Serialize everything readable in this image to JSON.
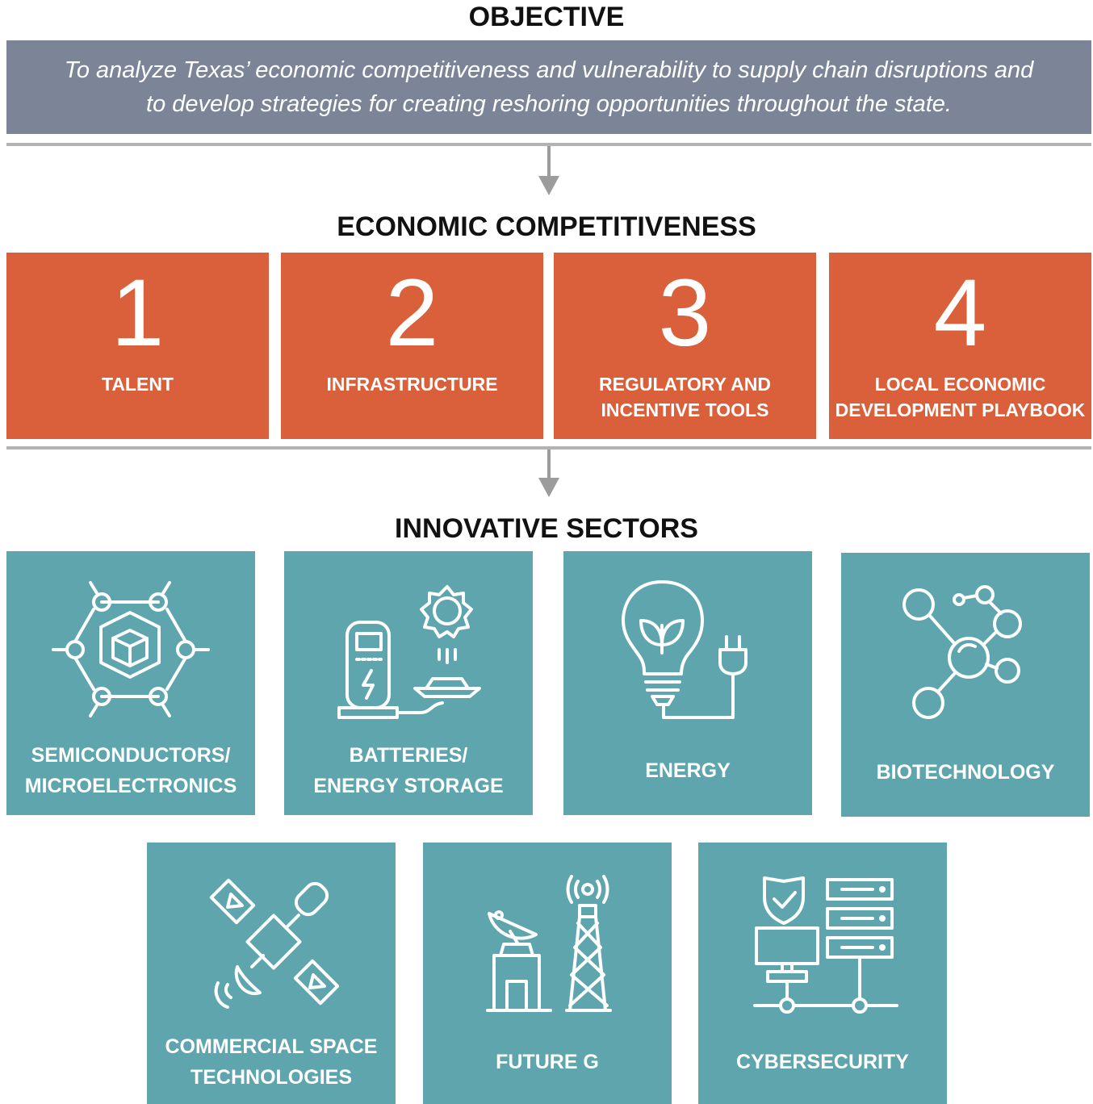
{
  "objective": {
    "heading": "OBJECTIVE",
    "text_line1": "To analyze Texas’ economic competitiveness and vulnerability to supply chain disruptions and",
    "text_line2": "to develop strategies for creating reshoring opportunities throughout the state."
  },
  "competitiveness": {
    "heading": "ECONOMIC COMPETITIVENESS",
    "pillars": [
      {
        "number": "1",
        "line1": "TALENT",
        "line2": ""
      },
      {
        "number": "2",
        "line1": "INFRASTRUCTURE",
        "line2": ""
      },
      {
        "number": "3",
        "line1": "REGULATORY AND",
        "line2": "INCENTIVE TOOLS"
      },
      {
        "number": "4",
        "line1": "LOCAL ECONOMIC",
        "line2": "DEVELOPMENT PLAYBOOK"
      }
    ]
  },
  "sectors": {
    "heading": "INNOVATIVE SECTORS",
    "items": [
      {
        "line1": "SEMICONDUCTORS/",
        "line2": "MICROELECTRONICS",
        "icon": "microchip-network-icon"
      },
      {
        "line1": "BATTERIES/",
        "line2": "ENERGY STORAGE",
        "icon": "charging-station-icon"
      },
      {
        "line1": "ENERGY",
        "line2": "",
        "icon": "eco-lightbulb-icon"
      },
      {
        "line1": "BIOTECHNOLOGY",
        "line2": "",
        "icon": "molecule-icon"
      },
      {
        "line1": "COMMERCIAL SPACE",
        "line2": "TECHNOLOGIES",
        "icon": "satellite-icon"
      },
      {
        "line1": "FUTURE G",
        "line2": "",
        "icon": "cell-tower-icon"
      },
      {
        "line1": "CYBERSECURITY",
        "line2": "",
        "icon": "server-shield-icon"
      }
    ]
  },
  "colors": {
    "objective_bg": "#7c8497",
    "pillar_bg": "#d9603a",
    "sector_bg": "#5ea5ae",
    "divider": "#b3b3b3"
  }
}
